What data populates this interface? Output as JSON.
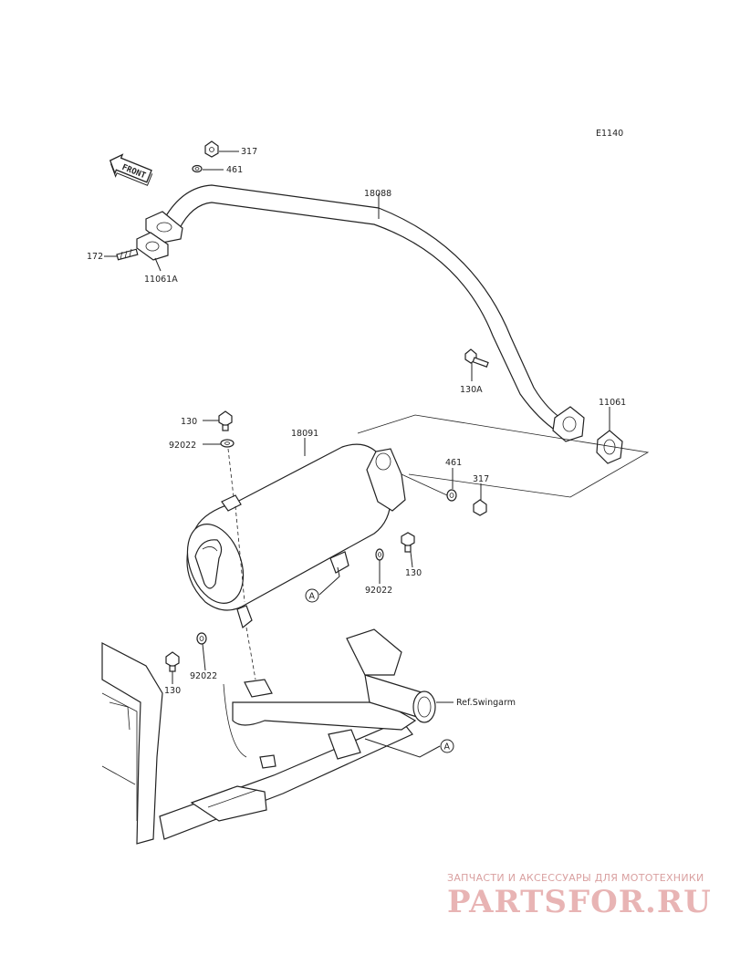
{
  "diagram_code": "E1140",
  "front_label": "FRONT",
  "parts": {
    "p317_top": "317",
    "p461_top": "461",
    "p18088": "18088",
    "p172": "172",
    "p11061A": "11061A",
    "p130A": "130A",
    "p11061": "11061",
    "p130_top": "130",
    "p92022_top": "92022",
    "p18091": "18091",
    "p461_mid": "461",
    "p317_mid": "317",
    "p130_mid": "130",
    "p92022_mid": "92022",
    "p92022_low": "92022",
    "p130_low": "130"
  },
  "ref_a_1": "A",
  "ref_a_2": "A",
  "ref_swingarm": "Ref.Swingarm",
  "watermark": {
    "tagline": "ЗАПЧАСТИ И АКСЕССУАРЫ ДЛЯ МОТОТЕХНИКИ",
    "brand": "PARTSFOR.RU"
  }
}
